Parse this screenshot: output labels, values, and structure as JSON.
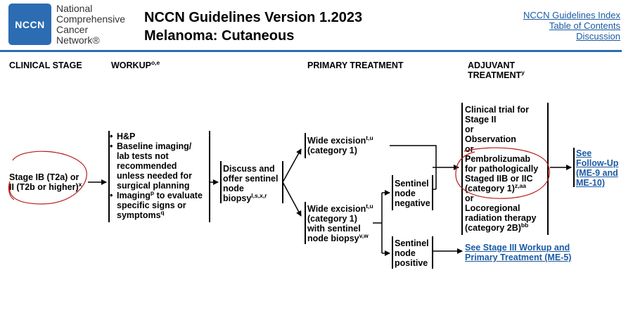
{
  "header": {
    "logo_acronym": "NCCN",
    "logo_lines": [
      "National",
      "Comprehensive",
      "Cancer",
      "Network®"
    ],
    "title_line1": "NCCN Guidelines Version 1.2023",
    "title_line2": "Melanoma: Cutaneous",
    "links": [
      "NCCN Guidelines Index",
      "Table of Contents",
      "Discussion"
    ]
  },
  "columns": {
    "clinical_stage": "CLINICAL STAGE",
    "workup": "WORKUP",
    "workup_sup": "o,e",
    "primary_treatment": "PRIMARY TREATMENT",
    "adjuvant_line1": "ADJUVANT",
    "adjuvant_line2": "TREATMENT",
    "adjuvant_sup": "y"
  },
  "stage": {
    "line1": "Stage IB (T2a) or",
    "line2": "II (T2b or higher)",
    "sup": "x"
  },
  "workup_items": {
    "item1": "H&P",
    "item2_l1": "Baseline imaging/",
    "item2_l2": "lab tests not",
    "item2_l3": "recommended",
    "item2_l4": "unless needed for",
    "item2_l5": "surgical planning",
    "item3_a": "Imaging",
    "item3_sup1": "p",
    "item3_b": " to evaluate",
    "item3_l2": "specific signs or",
    "item3_l3": "symptoms",
    "item3_sup2": "q"
  },
  "discuss": {
    "l1": "Discuss and",
    "l2": "offer sentinel",
    "l3": "node",
    "l4": "biopsy",
    "sup": "l,s,x,r"
  },
  "wide1": {
    "l1": "Wide excision",
    "sup": "t,u",
    "l2": "(category 1)"
  },
  "wide2": {
    "l1": "Wide excision",
    "sup1": "t,u",
    "l2": "(category 1)",
    "l3": "with sentinel",
    "l4": "node biopsy",
    "sup2": "v,w"
  },
  "sln_negative": {
    "l1": "Sentinel",
    "l2": "node",
    "l3": "negative"
  },
  "sln_positive": {
    "l1": "Sentinel",
    "l2": "node",
    "l3": "positive"
  },
  "adjuvant": {
    "l1": "Clinical trial for",
    "l2": "Stage II",
    "l3": "or",
    "l4": "Observation",
    "l5": "or",
    "l6": "Pembrolizumab",
    "l7": "for pathologically",
    "l8": "Staged IIB or IIC",
    "l9": "(category 1)",
    "sup1": "z,aa",
    "l10": "or",
    "l11": "Locoregional",
    "l12": "radiation therapy",
    "l13": "(category 2B)",
    "sup2": "bb"
  },
  "followup": {
    "l1": "See",
    "l2": "Follow-Up",
    "l3": "(ME-9 and",
    "l4": "ME-10)"
  },
  "stage3": {
    "l1": "See Stage III Workup and",
    "l2": "Primary Treatment (ME-5)"
  },
  "colors": {
    "brand_blue": "#2b6cb3",
    "link_blue": "#1a5aa3",
    "annotation_red": "#b51c1c"
  }
}
